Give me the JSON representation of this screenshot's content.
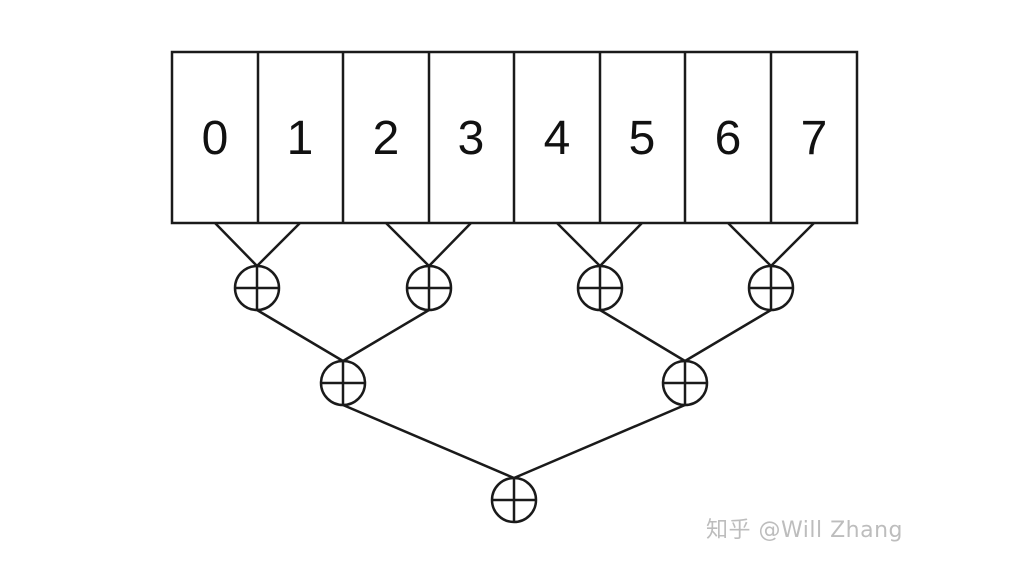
{
  "diagram": {
    "type": "tree-reduction",
    "description": "Parallel reduction (XOR/sum) of 8 array elements",
    "array_cells": [
      "0",
      "1",
      "2",
      "3",
      "4",
      "5",
      "6",
      "7"
    ],
    "operator_symbol": "⊕",
    "levels": [
      {
        "level": 1,
        "nodes": 4,
        "pairs": [
          [
            "0",
            "1"
          ],
          [
            "2",
            "3"
          ],
          [
            "4",
            "5"
          ],
          [
            "6",
            "7"
          ]
        ]
      },
      {
        "level": 2,
        "nodes": 2
      },
      {
        "level": 3,
        "nodes": 1
      }
    ],
    "colors": {
      "stroke": "#1a1a1a",
      "text": "#111111",
      "watermark": "#bdbdbd",
      "background": "#ffffff"
    }
  },
  "watermark": "知乎 @Will Zhang"
}
